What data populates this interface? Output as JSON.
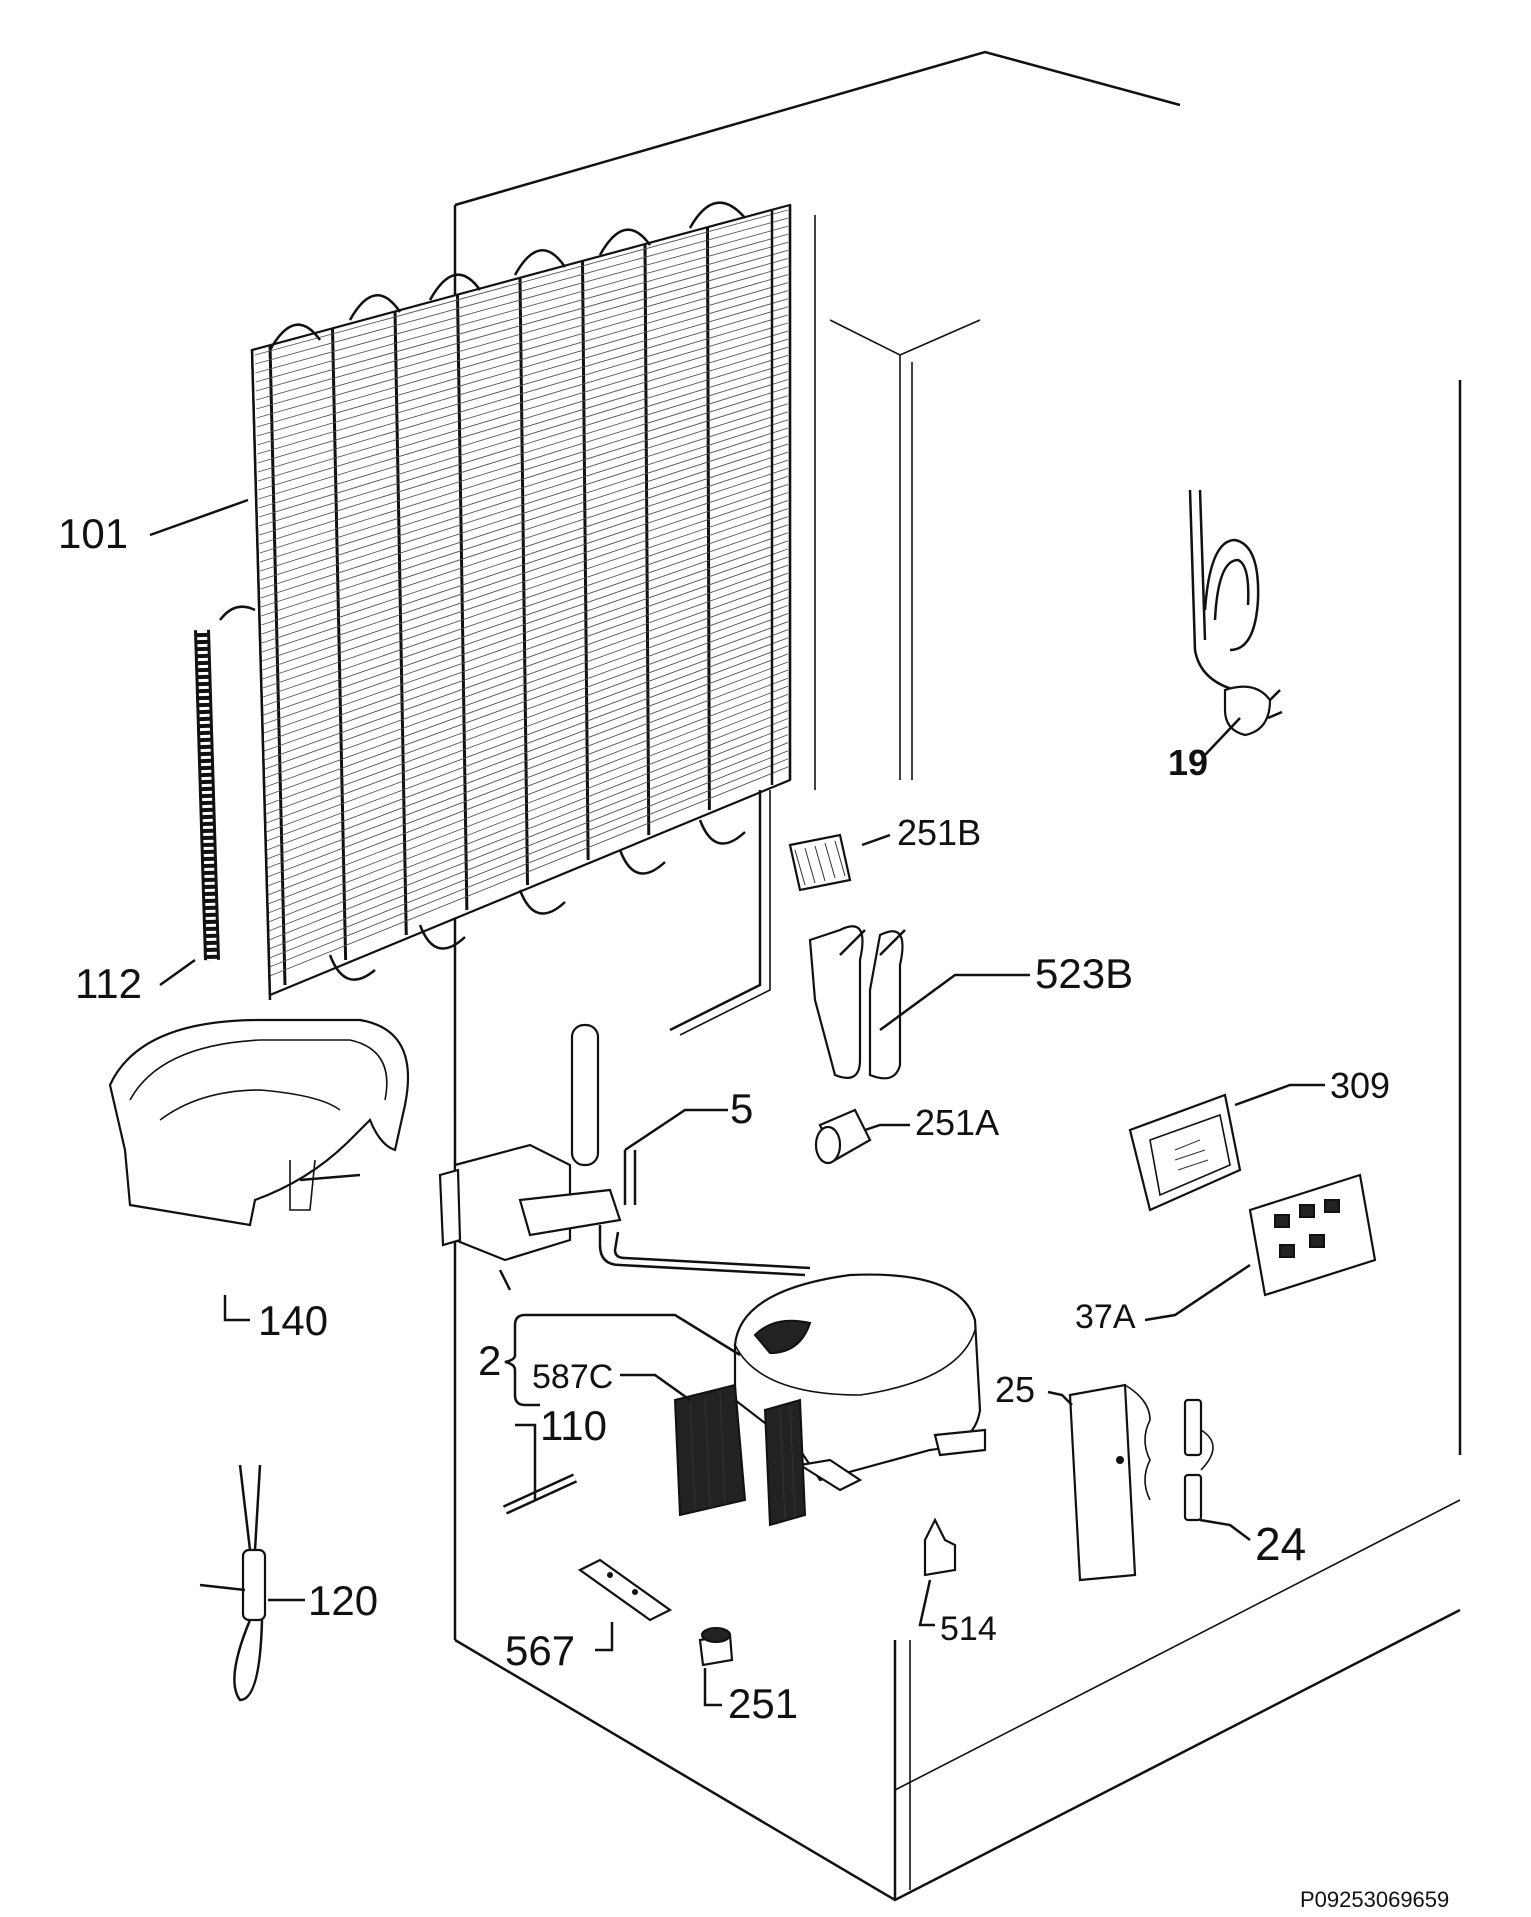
{
  "diagram": {
    "part_labels": [
      "101",
      "112",
      "140",
      "120",
      "5",
      "2",
      "587C",
      "110",
      "567",
      "251",
      "514",
      "251B",
      "523B",
      "251A",
      "309",
      "37A",
      "25",
      "24",
      "19"
    ],
    "drawing_code": "P09253069659"
  }
}
